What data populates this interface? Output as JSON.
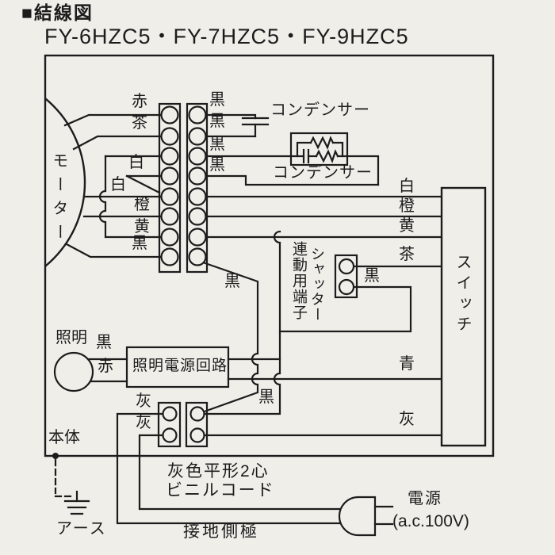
{
  "header": {
    "section_title": "■結線図",
    "models": "FY-6HZC5・FY-7HZC5・FY-9HZC5"
  },
  "components": {
    "motor": "モーター",
    "switch": "スイッチ",
    "capacitor": "コンデンサー",
    "shutter_terminal_line1": "シャッター",
    "shutter_terminal_line2": "連動用端子",
    "lighting": "照明",
    "lighting_power_circuit": "照明電源回路",
    "body": "本体",
    "earth": "アース",
    "cord_line1": "灰色平形2心",
    "cord_line2": "ビニルコード",
    "ground_side_pole": "接地側極",
    "power": "電源",
    "power_voltage": "(a.c.100V)"
  },
  "wire_colors": {
    "red": "赤",
    "brown": "茶",
    "white": "白",
    "orange": "橙",
    "yellow": "黄",
    "black": "黒",
    "blue": "青",
    "gray": "灰"
  },
  "colors": {
    "background": "#f0eee9",
    "line": "#1c1c1c"
  }
}
